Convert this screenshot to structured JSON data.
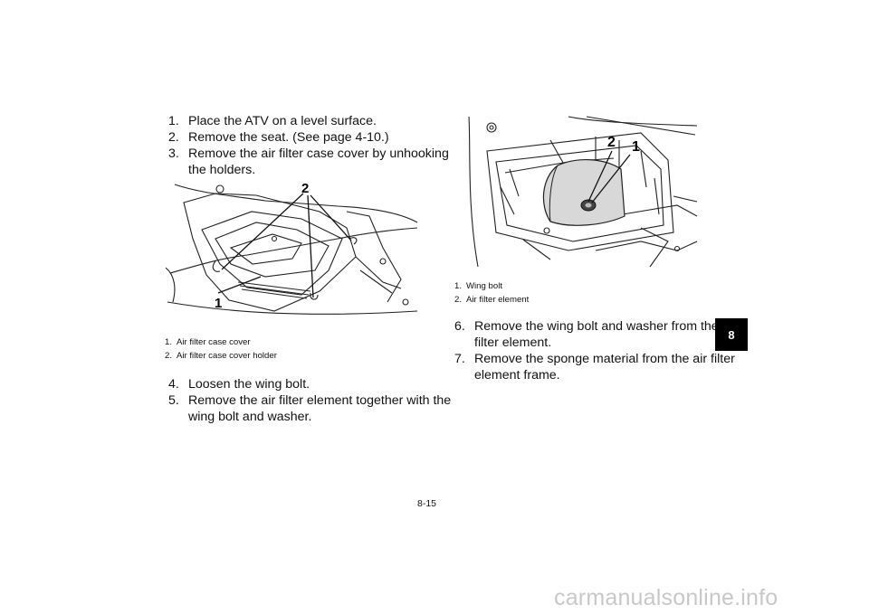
{
  "left_column": {
    "steps_top": [
      {
        "num": "1.",
        "lines": [
          "Place the ATV on a level surface."
        ]
      },
      {
        "num": "2.",
        "lines": [
          "Remove the seat. (See page 4-10.)"
        ]
      },
      {
        "num": "3.",
        "lines": [
          "Remove the air filter case cover by unhooking",
          "the holders."
        ]
      }
    ],
    "figure_callouts": [
      "1",
      "2"
    ],
    "captions": [
      {
        "num": "1.",
        "text": "Air filter case cover"
      },
      {
        "num": "2.",
        "text": "Air filter case cover holder"
      }
    ],
    "steps_bottom": [
      {
        "num": "4.",
        "lines": [
          "Loosen the wing bolt."
        ]
      },
      {
        "num": "5.",
        "lines": [
          "Remove the air filter element together with the",
          "wing bolt and washer."
        ]
      }
    ]
  },
  "right_column": {
    "figure_callouts": [
      "2",
      "1"
    ],
    "captions": [
      {
        "num": "1.",
        "text": "Wing bolt"
      },
      {
        "num": "2.",
        "text": "Air filter element"
      }
    ],
    "steps": [
      {
        "num": "6.",
        "lines": [
          "Remove the wing bolt and washer from the air",
          "filter element."
        ]
      },
      {
        "num": "7.",
        "lines": [
          "Remove the sponge material from the air filter",
          "element frame."
        ]
      }
    ]
  },
  "section_tab": "8",
  "page_number": "8-15",
  "watermark": "carmanualsonline.info"
}
